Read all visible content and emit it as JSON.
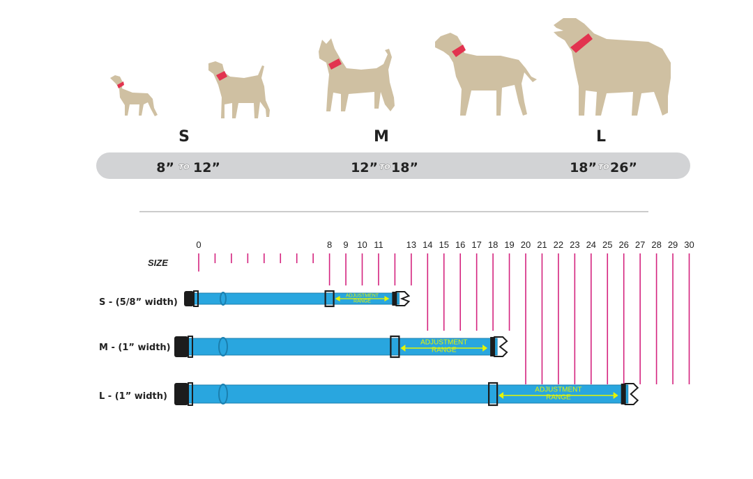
{
  "colors": {
    "dog": "#cfc0a2",
    "collar_on_dog": "#e2334f",
    "range_bar": "#d2d3d5",
    "tick": "#d4237e",
    "collar": "#29a6df",
    "collar_edge": "#1b7fae",
    "buckle": "#1c1c1c",
    "adjust_text": "#e6f500",
    "divider": "#999999"
  },
  "size_groups": [
    {
      "letter": "S",
      "range_from": "8”",
      "range_to": "12”",
      "range_word": "TO"
    },
    {
      "letter": "M",
      "range_from": "12”",
      "range_to": "18”",
      "range_word": "TO"
    },
    {
      "letter": "L",
      "range_from": "18”",
      "range_to": "26”",
      "range_word": "TO"
    }
  ],
  "dogs": [
    {
      "name": "toy dog"
    },
    {
      "name": "terrier"
    },
    {
      "name": "basenji"
    },
    {
      "name": "hound"
    },
    {
      "name": "shepherd"
    }
  ],
  "ruler": {
    "label": "SIZE",
    "labels": [
      "0",
      "8",
      "9",
      "10",
      "11",
      "13",
      "14",
      "15",
      "16",
      "17",
      "18",
      "19",
      "20",
      "21",
      "22",
      "23",
      "24",
      "25",
      "26",
      "27",
      "28",
      "29",
      "30"
    ]
  },
  "collars": [
    {
      "label": "S - (5/8” width)",
      "min": 8,
      "max": 12,
      "adjust_text": [
        "ADJUSTMENT",
        "RANGE"
      ]
    },
    {
      "label": "M - (1” width)",
      "min": 12,
      "max": 18,
      "adjust_text": [
        "ADJUSTMENT",
        "RANGE"
      ]
    },
    {
      "label": "L - (1” width)",
      "min": 18,
      "max": 26,
      "adjust_text": [
        "ADJUSTMENT",
        "RANGE"
      ]
    }
  ]
}
